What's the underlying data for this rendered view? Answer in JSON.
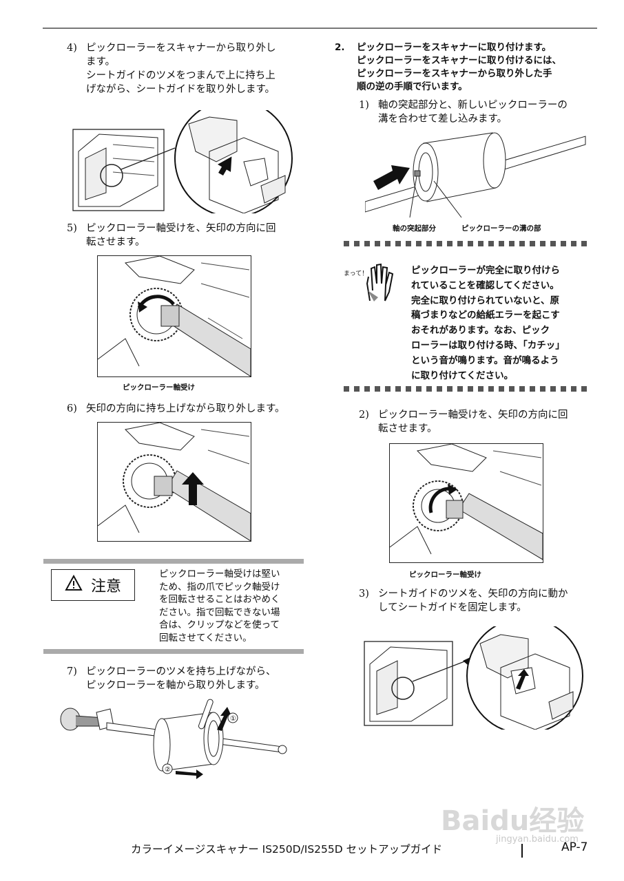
{
  "left_column": {
    "step4": {
      "num": "4)",
      "text": "ピックローラーをスキャナーから取り外し\nます。\nシートガイドのツメをつまんで上に持ち上\nげながら、シートガイドを取り外します。"
    },
    "step5": {
      "num": "5)",
      "text": "ピックローラー軸受けを、矢印の方向に回\n転させます。"
    },
    "figure5_caption": "ピックローラー軸受け",
    "step6": {
      "num": "6)",
      "text": "矢印の方向に持ち上げながら取り外します。"
    },
    "caution": {
      "label": "注意",
      "text": "ピックローラー軸受けは堅い\nため、指の爪でピック軸受け\nを回転させることはおやめく\nださい。指で回転できない場\n合は、クリップなどを使って\n回転させてください。"
    },
    "step7": {
      "num": "7)",
      "text": "ピックローラーのツメを持ち上げながら、\nピックローラーを軸から取り外します。"
    },
    "figure7_marks": [
      "①",
      "②"
    ]
  },
  "right_column": {
    "main_step": {
      "num": "2.",
      "text": "ピックローラーをスキャナーに取り付けます。\nピックローラーをスキャナーに取り付けるには、\nピックローラーをスキャナーから取り外した手\n順の逆の手順で行います。"
    },
    "step1": {
      "num": "1)",
      "text": "軸の突起部分と、新しいピックローラーの\n溝を合わせて差し込みます。"
    },
    "figure1_labels": {
      "left": "軸の突起部分",
      "right": "ピックローラーの溝の部"
    },
    "note": {
      "badge": "まって！",
      "text": "ピックローラーが完全に取り付けら\nれていることを確認してください。\n完全に取り付けられていないと、原\n稿づまりなどの給紙エラーを起こす\nおそれがあります。なお、ピック\nローラーは取り付ける時、「カチッ」\nという音が鳴ります。音が鳴るよう\nに取り付けてください。"
    },
    "step2": {
      "num": "2)",
      "text": "ピックローラー軸受けを、矢印の方向に回\n転させます。"
    },
    "figure2_caption": "ピックローラー軸受け",
    "step3": {
      "num": "3)",
      "text": "シートガイドのツメを、矢印の方向に動か\nしてシートガイドを固定します。"
    }
  },
  "footer": {
    "title": "カラーイメージスキャナー IS250D/IS255D セットアップガイド",
    "page": "AP-7",
    "watermark": "Baidu经验",
    "watermark_url": "jingyan.baidu.com"
  }
}
